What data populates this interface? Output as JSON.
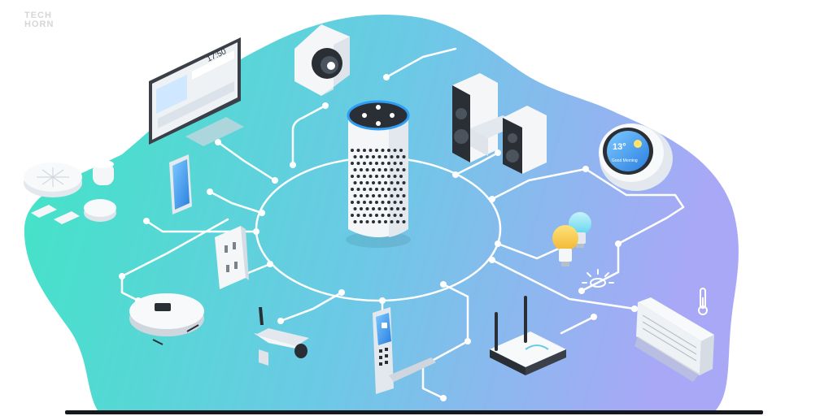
{
  "watermark": {
    "line1": "TECH",
    "line2": "HORN"
  },
  "tv_screen": {
    "time": "17:50"
  },
  "display_screen": {
    "temperature": "13°",
    "status": "Good Morning"
  },
  "colors": {
    "gradient_start": "#3fe6c4",
    "gradient_mid": "#6cc9e6",
    "gradient_end": "#a8a8f6",
    "connector": "#ffffff",
    "device_body": "#f4f6f8",
    "device_dark": "#2a2f36",
    "accent_blue": "#2f9df3",
    "bulb_warm": "#f7c84a",
    "bulb_cool": "#7fe0f2"
  },
  "devices": [
    "smart-speaker",
    "security-camera",
    "smart-tv",
    "smartphone",
    "sensor-kit",
    "wall-outlet",
    "robot-vacuum",
    "cctv-camera",
    "smart-lock",
    "wifi-router",
    "speaker-system",
    "smart-display",
    "smart-bulbs",
    "air-conditioner",
    "thermometer"
  ]
}
